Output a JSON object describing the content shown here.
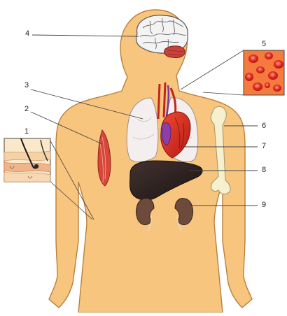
{
  "diagram": {
    "labels": {
      "skin": "1",
      "muscle": "2",
      "lungs": "3",
      "brain": "4",
      "blood": "5",
      "bone": "6",
      "heart": "7",
      "liver": "8",
      "kidneys": "9"
    },
    "colors": {
      "body_fill": "#f8c57e",
      "body_outline": "#b9803b",
      "lung_fill": "#f4efee",
      "heart_red": "#d92a1c",
      "heart_purple": "#8c3fa8",
      "liver_fill": "#2b211f",
      "kidney_fill": "#6e4a3c",
      "blood_bg": "#f57a3e",
      "blood_cell": "#d9141b",
      "bone_fill": "#f7f0cf",
      "muscle_fill": "#d8483a",
      "brain_fill": "#f3f3f3",
      "cerebellum": "#c9413a",
      "leader_line": "#444444"
    }
  }
}
